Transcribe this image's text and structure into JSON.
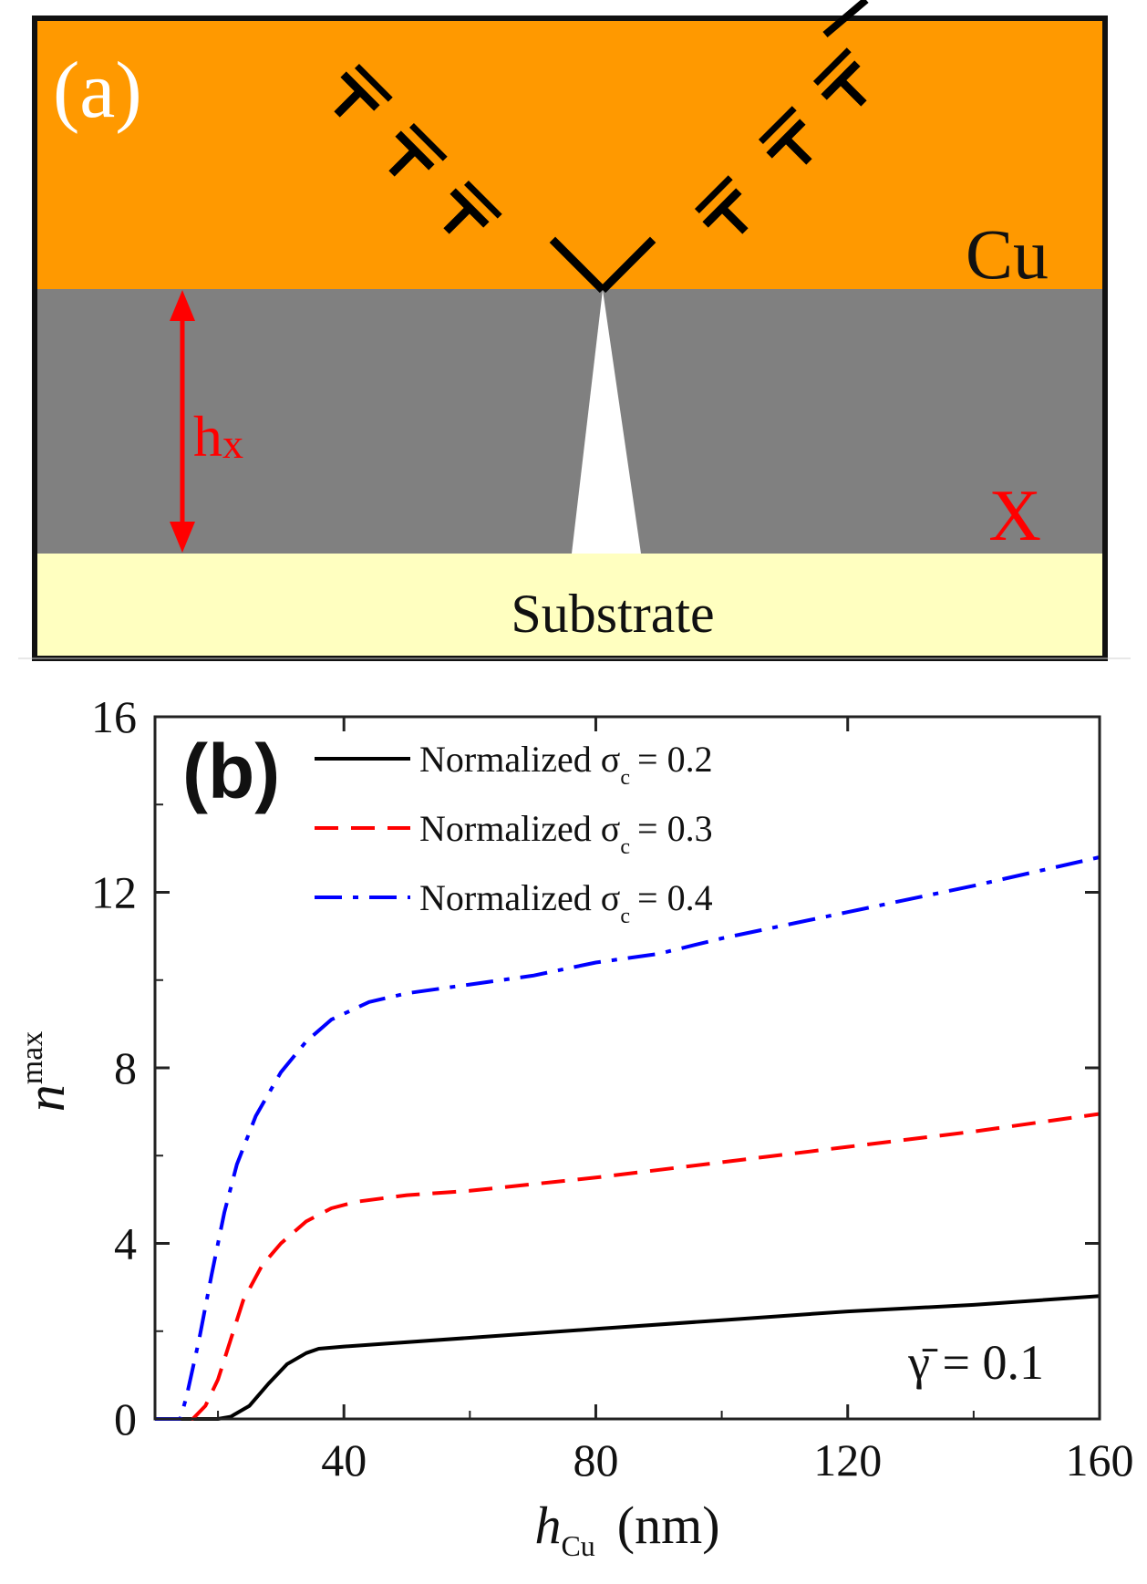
{
  "panel_a": {
    "label": "(a)",
    "layer_cu": "Cu",
    "layer_x": "X",
    "layer_substrate": "Substrate",
    "thickness_label_main": "h",
    "thickness_label_sub": "x",
    "colors": {
      "cu": "#ff9900",
      "x_layer": "#808080",
      "substrate": "#ffffc0",
      "crack": "#ffffff",
      "arrow": "#ff0000",
      "dislocation": "#000000"
    }
  },
  "panel_b": {
    "label": "(b)",
    "annotation_main": "γ̄ = 0.1",
    "ylabel_main": "n",
    "ylabel_sub": "max",
    "xlabel_main": "h",
    "xlabel_sub": "Cu",
    "xlabel_unit": "(nm)"
  },
  "chart_data": {
    "type": "line",
    "xlim": [
      10,
      160
    ],
    "ylim": [
      0,
      16
    ],
    "xticks": [
      40,
      80,
      120,
      160
    ],
    "yticks": [
      0,
      4,
      8,
      12,
      16
    ],
    "legend_placement": "top-left",
    "grid": false,
    "series": [
      {
        "name": "Normalized σc = 0.2",
        "legend_main": "Normalized σ",
        "legend_sub": "c",
        "legend_value": "= 0.2",
        "color": "#000000",
        "style": "solid",
        "x": [
          10,
          20,
          22,
          25,
          28,
          31,
          34,
          36,
          40,
          60,
          80,
          100,
          120,
          140,
          160
        ],
        "y": [
          0,
          0,
          0.05,
          0.3,
          0.8,
          1.25,
          1.5,
          1.6,
          1.65,
          1.85,
          2.05,
          2.25,
          2.45,
          2.6,
          2.8
        ]
      },
      {
        "name": "Normalized σc = 0.3",
        "legend_main": "Normalized σ",
        "legend_sub": "c",
        "legend_value": "= 0.3",
        "color": "#ff0000",
        "style": "dashed",
        "x": [
          10,
          16,
          18,
          20,
          22,
          24,
          27,
          30,
          34,
          38,
          42,
          50,
          60,
          80,
          100,
          120,
          140,
          160
        ],
        "y": [
          0,
          0,
          0.3,
          0.9,
          1.8,
          2.7,
          3.5,
          4.0,
          4.5,
          4.8,
          4.95,
          5.1,
          5.2,
          5.5,
          5.85,
          6.2,
          6.55,
          6.95
        ]
      },
      {
        "name": "Normalized σc = 0.4",
        "legend_main": "Normalized σ",
        "legend_sub": "c",
        "legend_value": "= 0.4",
        "color": "#0000ff",
        "style": "dashdot",
        "x": [
          10,
          14,
          15,
          17,
          19,
          21,
          23,
          26,
          30,
          34,
          38,
          44,
          50,
          60,
          70,
          80,
          90,
          100,
          120,
          140,
          160
        ],
        "y": [
          0,
          0,
          0.5,
          1.8,
          3.3,
          4.7,
          5.8,
          6.9,
          7.9,
          8.6,
          9.1,
          9.5,
          9.7,
          9.9,
          10.1,
          10.4,
          10.6,
          10.95,
          11.55,
          12.15,
          12.8
        ]
      }
    ]
  }
}
